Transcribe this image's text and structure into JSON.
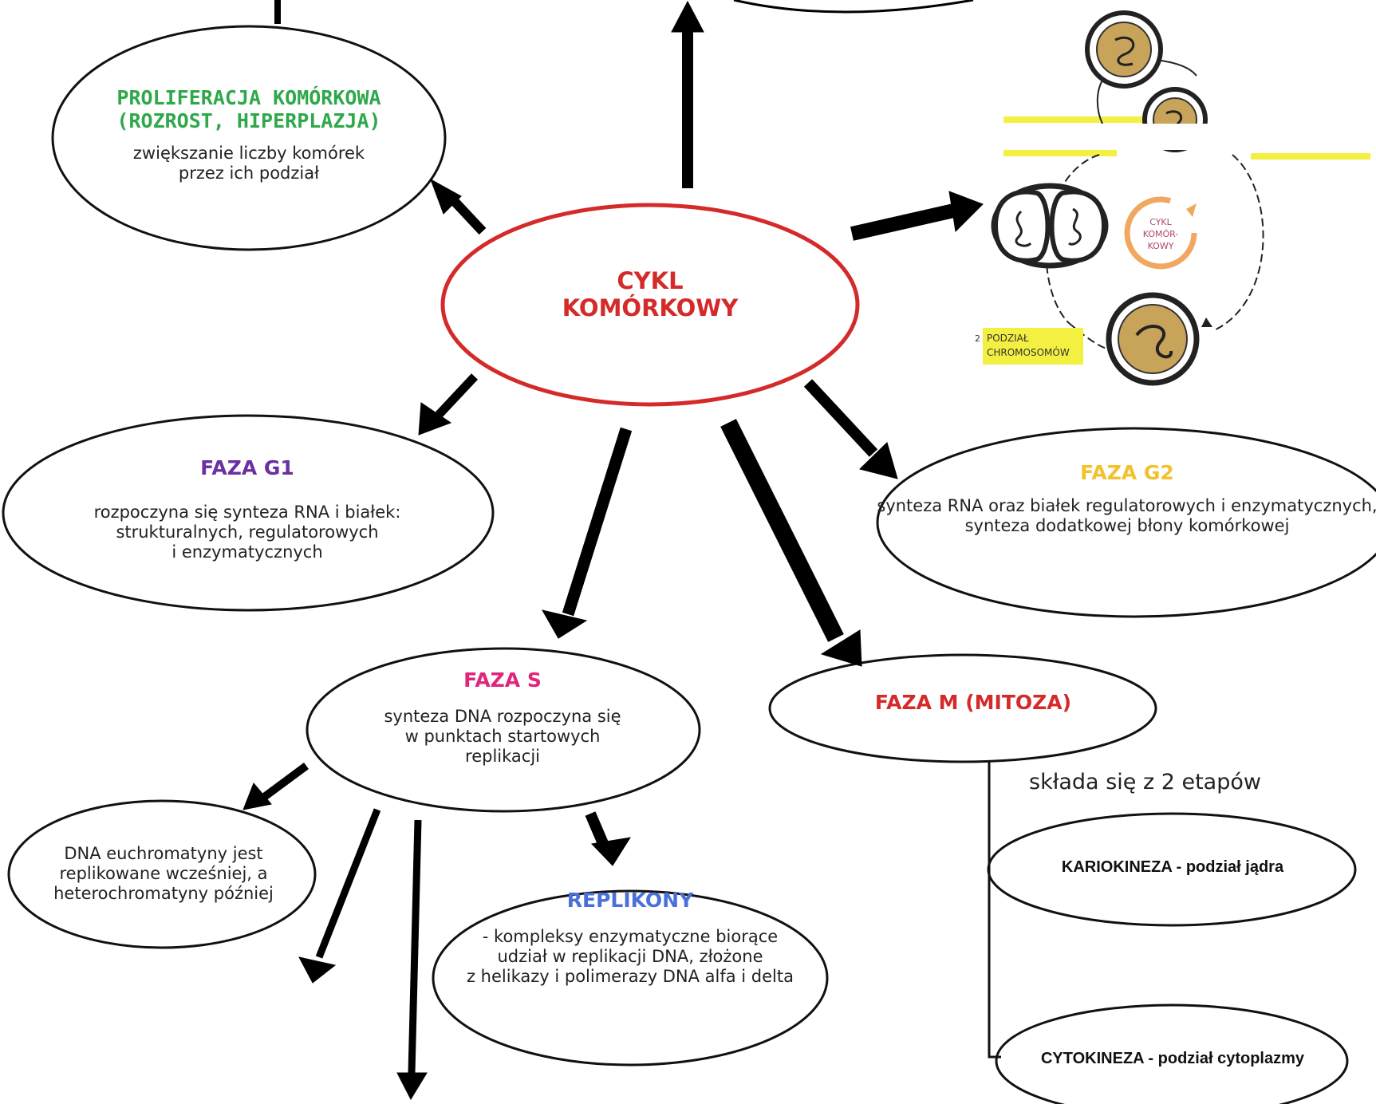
{
  "center": {
    "title_line1": "CYKL",
    "title_line2": "KOMÓRKOWY"
  },
  "proliferation": {
    "title_line1": "PROLIFERACJA KOMÓRKOWA",
    "title_line2": "(ROZROST, HIPERPLAZJA)",
    "body": "zwiększanie liczby komórek\nprzez ich podział"
  },
  "g1": {
    "title": "FAZA G1",
    "body": "rozpoczyna się synteza RNA i białek:\nstrukturalnych, regulatorowych\ni enzymatycznych"
  },
  "g2": {
    "title": "FAZA G2",
    "body": "synteza RNA oraz białek regulatorowych i enzymatycznych,\nsynteza dodatkowej błony komórkowej"
  },
  "s": {
    "title": "FAZA S",
    "body": "synteza DNA rozpoczyna się\nw punktach startowych\nreplikacji"
  },
  "m": {
    "title": "FAZA M (MITOZA)",
    "note": "składa się z 2 etapów"
  },
  "euchromatin": {
    "body": "DNA euchromatyny jest\nreplikowane wcześniej, a\nheterochromatyny później"
  },
  "replikony": {
    "title": "REPLIKONY",
    "body": "- kompleksy enzymatyczne biorące\nudział w replikacji DNA, złożone\nz helikazy i polimerazy DNA alfa i delta"
  },
  "steps": {
    "karyokinesis": "KARIOKINEZA - podział jądra",
    "cytokinesis": "CYTOKINEZA - podział cytoplazmy"
  },
  "illustration": {
    "inner_line1": "CYKL",
    "inner_line2": "KOMÓR-",
    "inner_line3": "KOWY",
    "label_num": "2",
    "label_line1": "PODZIAŁ",
    "label_line2": "CHROMOSOMÓW"
  },
  "colors": {
    "center": "#d42a2a",
    "proliferation": "#2ea84a",
    "g1": "#6b2fa0",
    "g2": "#f2c12e",
    "s": "#e0267a",
    "m": "#d42a2a",
    "replikony": "#4a6fd8",
    "highlight": "#f4f042",
    "nucleus": "#c8a35a",
    "orange_cycle": "#f0a860"
  }
}
